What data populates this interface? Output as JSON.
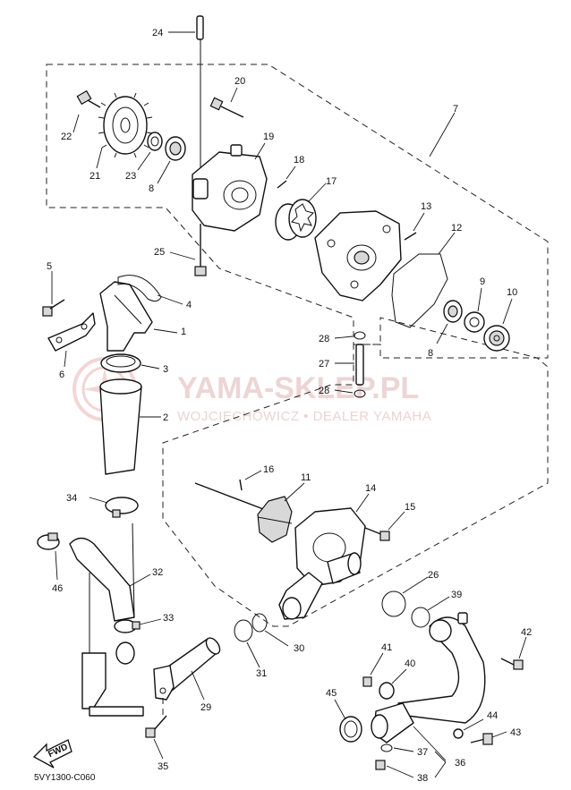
{
  "watermark": {
    "brand": "YAMA-SKLEP.PL",
    "tagline": "WOJCIECHOWICZ • DEALER YAMAHA"
  },
  "diagram_code": "5VY1300-C060",
  "fwd_label": "FWD",
  "callouts": {
    "c1": "1",
    "c2": "2",
    "c3": "3",
    "c4": "4",
    "c5": "5",
    "c6": "6",
    "c7": "7",
    "c8a": "8",
    "c8b": "8",
    "c9": "9",
    "c10": "10",
    "c11": "11",
    "c12": "12",
    "c13": "13",
    "c14": "14",
    "c15": "15",
    "c16": "16",
    "c17": "17",
    "c18": "18",
    "c19": "19",
    "c20": "20",
    "c21": "21",
    "c22": "22",
    "c23": "23",
    "c24": "24",
    "c25": "25",
    "c26": "26",
    "c27": "27",
    "c28a": "28",
    "c28b": "28",
    "c29": "29",
    "c30": "30",
    "c31": "31",
    "c32": "32",
    "c33": "33",
    "c34": "34",
    "c35": "35",
    "c36": "36",
    "c37": "37",
    "c38": "38",
    "c39": "39",
    "c40": "40",
    "c41": "41",
    "c42": "42",
    "c43": "43",
    "c44": "44",
    "c45": "45",
    "c46": "46"
  },
  "colors": {
    "line": "#111111",
    "watermark": "#e8c8c8",
    "background": "#ffffff"
  }
}
